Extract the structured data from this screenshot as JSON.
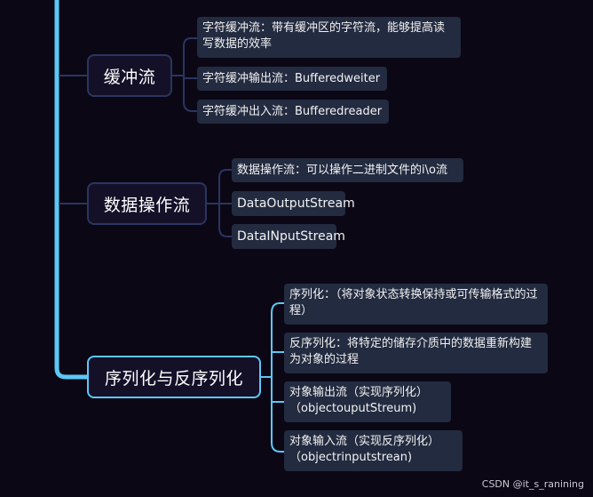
{
  "mindmap": {
    "branches": [
      {
        "label": "缓冲流",
        "leaves": [
          "字符缓冲流：带有缓冲区的字符流，能够提高读写数据的效率",
          "字符缓冲输出流：Bufferedweiter",
          "字符缓冲出入流：Bufferedreader"
        ]
      },
      {
        "label": "数据操作流",
        "leaves": [
          "数据操作流：可以操作二进制文件的i\\o流",
          "DataOutputStream",
          "DataINputStream"
        ]
      },
      {
        "label": "序列化与反序列化",
        "leaves": [
          "序列化：（将对象状态转换保持或可传输格式的过程）",
          "反序列化：将特定的储存介质中的数据重新构建为对象的过程",
          "对象输出流（实现序列化）（objectouputStreum)",
          "对象输入流（实现反序列化）（objectrinputstrean)"
        ]
      }
    ]
  },
  "watermark": "CSDN @it_s_ranining",
  "colors": {
    "background": "#0b0715",
    "trunk": "#5cc8f5",
    "muted_connector": "#2a3560",
    "leaf_bg": "#232b40"
  }
}
